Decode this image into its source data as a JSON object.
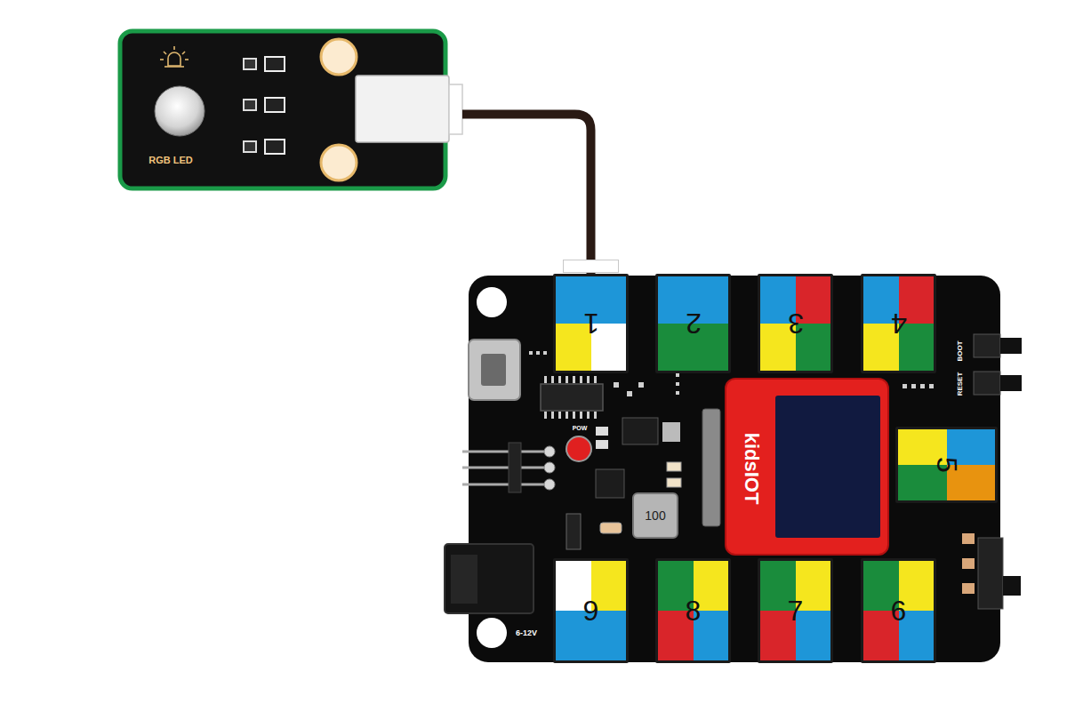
{
  "diagram": {
    "nodes": [
      {
        "text": [
          "RGB LED"
        ]
      },
      {
        "text": [
          "POW",
          "BOOT",
          "RESET",
          "6-12V"
        ]
      },
      {
        "text": [
          "1"
        ],
        "in": 1
      },
      {
        "text": [
          "2"
        ],
        "in": 1
      },
      {
        "text": [
          "3"
        ],
        "in": 1
      },
      {
        "text": [
          "4"
        ],
        "in": 1
      },
      {
        "text": [
          "kidsIOT"
        ],
        "in": 1
      },
      {
        "text": [
          "5"
        ],
        "in": 1
      },
      {
        "text": [
          "9"
        ],
        "in": 1
      },
      {
        "text": [
          "8"
        ],
        "in": 1
      },
      {
        "text": [
          "7"
        ],
        "in": 1
      },
      {
        "text": [
          "6"
        ],
        "in": 1
      }
    ],
    "edges": [
      {
        "from": 0,
        "to": 2,
        "arrow": "none"
      }
    ],
    "labels": [
      "100"
    ]
  }
}
